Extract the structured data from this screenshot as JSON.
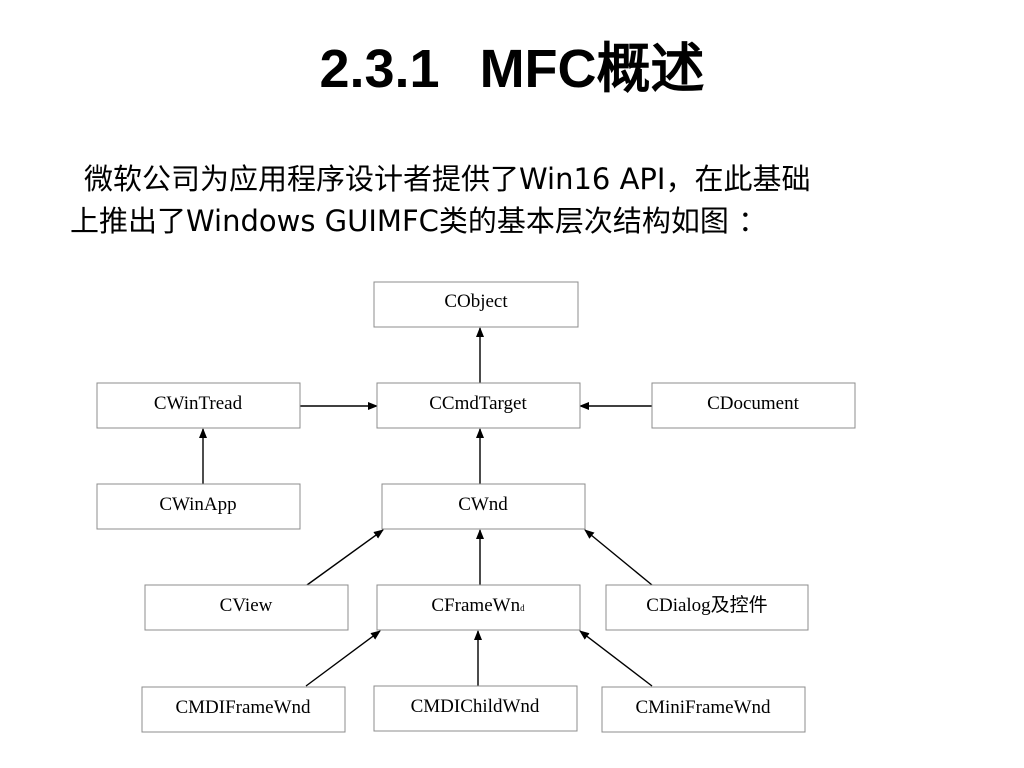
{
  "slide": {
    "title_number": "2.3.1",
    "title_text": "MFC概述",
    "paragraph_line1": "微软公司为应用程序设计者提供了Win16 API，在此基础",
    "paragraph_line2": "上推出了Windows GUIMFC类的基本层次结构如图 ："
  },
  "diagram": {
    "nodes": [
      {
        "id": "cobject",
        "label": "CObject"
      },
      {
        "id": "cwintread",
        "label": "CWinTread"
      },
      {
        "id": "ccmdtarget",
        "label": "CCmdTarget"
      },
      {
        "id": "cdocument",
        "label": "CDocument"
      },
      {
        "id": "cwinapp",
        "label": "CWinApp"
      },
      {
        "id": "cwnd",
        "label": "CWnd"
      },
      {
        "id": "cview",
        "label": "CView"
      },
      {
        "id": "cframewnd",
        "label": "CFrameWn",
        "label_sub": "d"
      },
      {
        "id": "cdialog",
        "label": "CDialog及控件"
      },
      {
        "id": "cmdiframewnd",
        "label": "CMDIFrameWnd"
      },
      {
        "id": "cmdichildwnd",
        "label": "CMDIChildWnd"
      },
      {
        "id": "cminiframewnd",
        "label": "CMiniFrameWnd"
      }
    ],
    "edges": [
      {
        "from": "ccmdtarget",
        "to": "cobject"
      },
      {
        "from": "cwintread",
        "to": "ccmdtarget"
      },
      {
        "from": "cdocument",
        "to": "ccmdtarget"
      },
      {
        "from": "cwinapp",
        "to": "cwintread"
      },
      {
        "from": "cwnd",
        "to": "ccmdtarget"
      },
      {
        "from": "cview",
        "to": "cwnd"
      },
      {
        "from": "cframewnd",
        "to": "cwnd"
      },
      {
        "from": "cdialog",
        "to": "cwnd"
      },
      {
        "from": "cmdiframewnd",
        "to": "cframewnd"
      },
      {
        "from": "cmdichildwnd",
        "to": "cframewnd"
      },
      {
        "from": "cminiframewnd",
        "to": "cframewnd"
      }
    ]
  }
}
